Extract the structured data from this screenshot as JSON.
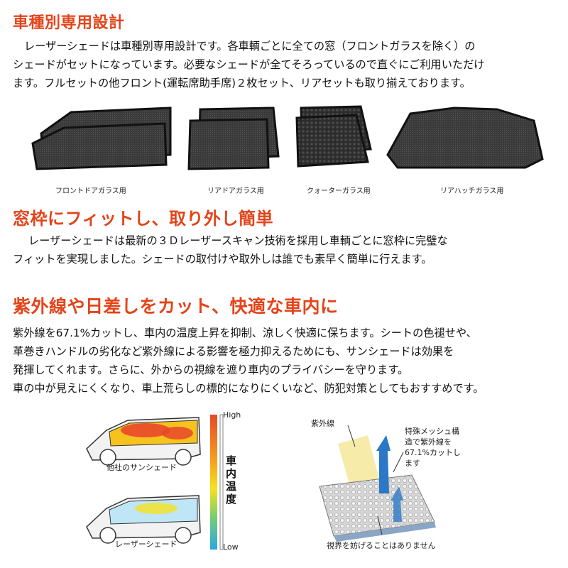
{
  "section1": {
    "heading": "車種別専用設計",
    "lines": [
      "レーザーシェードは車種別専用設計です。各車輌ごとに全ての窓（フロントガラスを除く）の",
      "シェードがセットになっています。必要なシェードが全てそろっているので直ぐにご利用いただけ",
      "ます。フルセットの他フロント(運転席助手席)２枚セット、リアセットも取り揃えております。"
    ],
    "products": [
      {
        "caption": "フロントドアガラス用",
        "icon": "front-door-shade-icon"
      },
      {
        "caption": "リアドアガラス用",
        "icon": "rear-door-shade-icon"
      },
      {
        "caption": "クォーターガラス用",
        "icon": "quarter-shade-icon"
      },
      {
        "caption": "リアハッチガラス用",
        "icon": "rear-hatch-shade-icon"
      }
    ]
  },
  "section2": {
    "heading": "窓枠にフィットし、取り外し簡単",
    "lines": [
      "レーザーシェードは最新の３Ｄレーザースキャン技術を採用し車輌ごとに窓枠に完璧な",
      "フィットを実現しました。シェードの取付けや取外しは誰でも素早く簡単に行えます。"
    ]
  },
  "section3": {
    "heading": "紫外線や日差しをカット、快適な車内に",
    "lines": [
      "紫外線を67.1%カットし、車内の温度上昇を抑制、涼しく快適に保ちます。シートの色褪せや、",
      "革巻きハンドルの劣化など紫外線による影響を極力抑えるためにも、サンシェードは効果を",
      "発揮してくれます。さらに、外からの視線を遮り車内のプライバシーを守ります。",
      "車の中が見えにくくなり、車上荒らしの標的になりにくいなど、防犯対策としてもおすすめです。"
    ]
  },
  "diagram_left": {
    "top_car_caption": "他社のサンシェード",
    "bottom_car_caption": "レーザーシェード",
    "scale_high": "High",
    "scale_low": "Low",
    "scale_label": "車内温度",
    "colors": {
      "hot": "#e8482a",
      "warm": "#f6c21e",
      "cool": "#3ab6e6"
    }
  },
  "diagram_right": {
    "uv_label": "紫外線",
    "mesh_note": "特殊メッシュ構造で紫外線を67.1%カットします",
    "mesh_note_lines": [
      "特殊メッシュ構",
      "造で紫外線を",
      "67.1%カットし",
      "ます"
    ],
    "visibility_note": "視界を妨げることはありません"
  }
}
